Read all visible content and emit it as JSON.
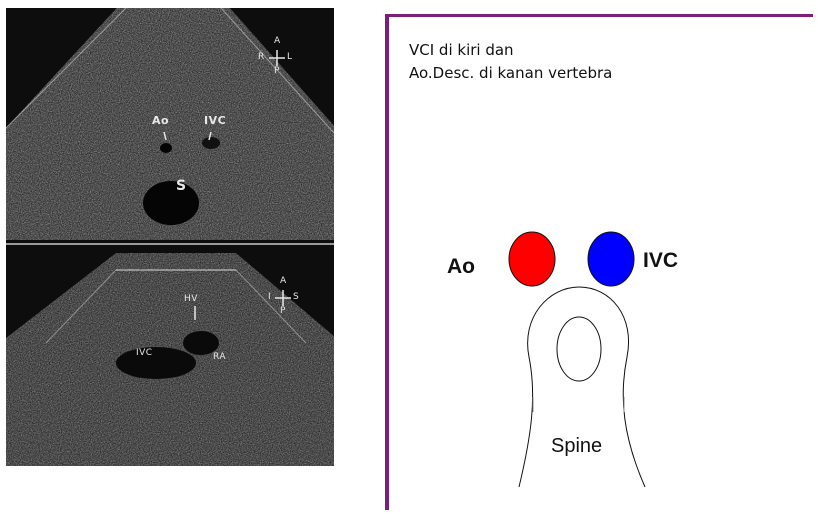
{
  "echo_top": {
    "labels": {
      "ao": "Ao",
      "ivc": "IVC",
      "spine": "S"
    },
    "orientation": {
      "top": "A",
      "left": "R",
      "right": "L",
      "bottom": "P"
    }
  },
  "echo_bottom": {
    "labels": {
      "hv": "HV",
      "ivc": "IVC",
      "ra": "RA"
    },
    "orientation": {
      "top": "A",
      "left": "I",
      "right": "S",
      "bottom": "P"
    }
  },
  "caption": "",
  "diagram": {
    "note_line1": "VCI di kiri dan",
    "note_line2": "Ao.Desc. di kanan vertebra",
    "ao_label": "Ao",
    "ivc_label": "IVC",
    "spine_label": "Spine",
    "colors": {
      "ao": "#ff0000",
      "ivc": "#0000ff",
      "border": "#7b1f7b"
    }
  }
}
